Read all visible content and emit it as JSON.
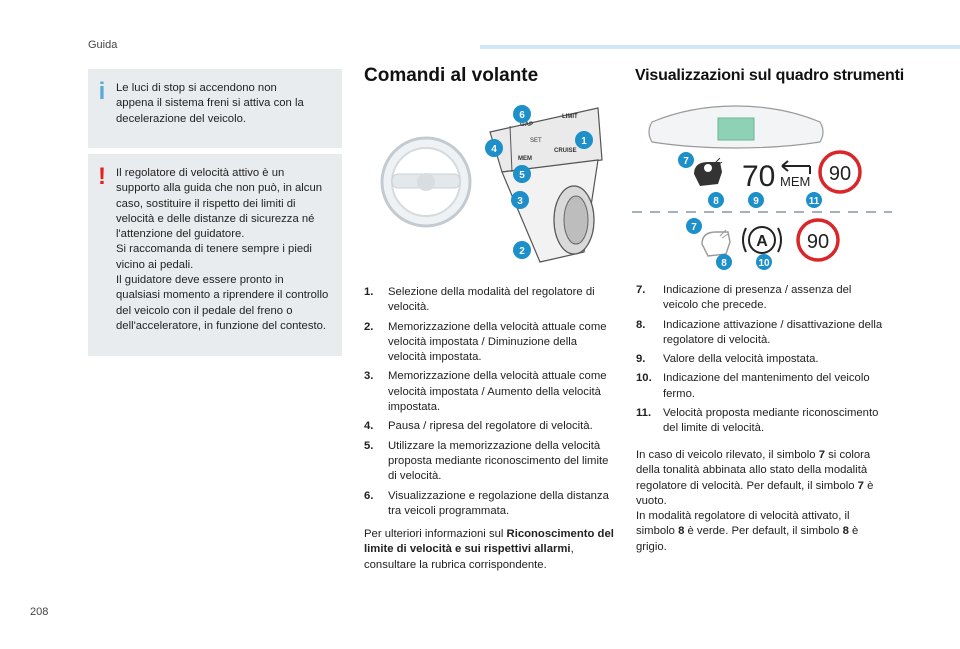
{
  "header": {
    "section": "Guida"
  },
  "page_number": "208",
  "notes": {
    "info": "Le luci di stop si accendono non\nappena il sistema freni si attiva con la\ndecelerazione del veicolo.",
    "warning": "Il regolatore di velocità attivo è un\nsupporto alla guida che non può, in alcun\ncaso, sostituire il rispetto dei limiti di\nvelocità e delle distanze di sicurezza né\nl'attenzione del guidatore.\nSi raccomanda di tenere sempre i piedi\nvicino ai pedali.\nIl guidatore deve essere pronto in\nqualsiasi momento a riprendere il controllo\ndel veicolo con il pedale del freno o\ndell'acceleratore, in funzione del contesto."
  },
  "controls": {
    "title": "Comandi al volante",
    "figure": {
      "lever_labels": [
        "GAP",
        "LIMIT",
        "CRUISE",
        "SET",
        "MEM"
      ],
      "callouts": [
        "1",
        "2",
        "3",
        "4",
        "5",
        "6"
      ]
    },
    "items": [
      {
        "num": "1.",
        "text": "Selezione della modalità del regolatore di velocità."
      },
      {
        "num": "2.",
        "text": "Memorizzazione della velocità attuale come velocità impostata / Diminuzione della velocità impostata."
      },
      {
        "num": "3.",
        "text": "Memorizzazione della velocità attuale come velocità impostata / Aumento della velocità impostata."
      },
      {
        "num": "4.",
        "text": "Pausa / ripresa del regolatore di velocità."
      },
      {
        "num": "5.",
        "text": "Utilizzare la memorizzazione della velocità proposta mediante riconoscimento del limite di velocità."
      },
      {
        "num": "6.",
        "text": "Visualizzazione e regolazione della distanza tra veicoli programmata."
      }
    ],
    "footer": {
      "before": "Per ulteriori informazioni sul ",
      "bold": "Riconoscimento del limite di velocità e sui rispettivi allarmi",
      "after": ", consultare la rubrica corrispondente."
    }
  },
  "cluster": {
    "title": "Visualizzazioni sul quadro strumenti",
    "figure": {
      "speed": "70",
      "mem": "MEM",
      "limit_top": "90",
      "limit_bottom": "90",
      "auto": "A",
      "callouts_top": [
        "7",
        "8",
        "9",
        "11"
      ],
      "callouts_bottom": [
        "7",
        "8",
        "10"
      ]
    },
    "items": [
      {
        "num": "7.",
        "text": "Indicazione di presenza / assenza del veicolo che precede."
      },
      {
        "num": "8.",
        "text": "Indicazione attivazione / disattivazione della regolatore di velocità."
      },
      {
        "num": "9.",
        "text": "Valore della velocità impostata."
      },
      {
        "num": "10.",
        "text": "Indicazione del mantenimento del veicolo fermo."
      },
      {
        "num": "11.",
        "text": "Velocità proposta mediante riconoscimento del limite di velocità."
      }
    ],
    "paragraph": {
      "p1": "In caso di veicolo rilevato, il simbolo ",
      "b1": "7",
      "p2": " si colora della tonalità abbinata allo stato della modalità regolatore di velocità. Per default, il simbolo ",
      "b2": "7",
      "p3": " è vuoto.",
      "p4": "In modalità regolatore di velocità attivato, il simbolo ",
      "b3": "8",
      "p5": " è verde. Per default, il simbolo ",
      "b4": "8",
      "p6": " è grigio."
    }
  },
  "colors": {
    "callout": "#1d8fc9",
    "info_mark": "#5aaad6",
    "warning_mark": "#e0241c",
    "limit_ring": "#d9262b",
    "note_bg": "#e9ecee",
    "accent_bar": "#cfe7f6"
  }
}
